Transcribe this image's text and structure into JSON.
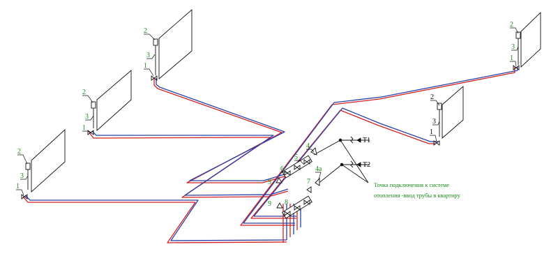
{
  "colors": {
    "supply": "#d42020",
    "return": "#2a3fa8",
    "label": "#1a8a1a",
    "outline": "#111111"
  },
  "labels": {
    "n1": "1",
    "n2": "2",
    "n3": "3",
    "n4": "4",
    "n4a": "4a",
    "n5": "5",
    "n6": "6",
    "n7": "7",
    "n8": "8",
    "n9": "9",
    "t1": "T1",
    "t2": "T2"
  },
  "note": {
    "line1": "Точка подключения к системе",
    "line2": "отопления -ввод трубы в квартиру"
  }
}
